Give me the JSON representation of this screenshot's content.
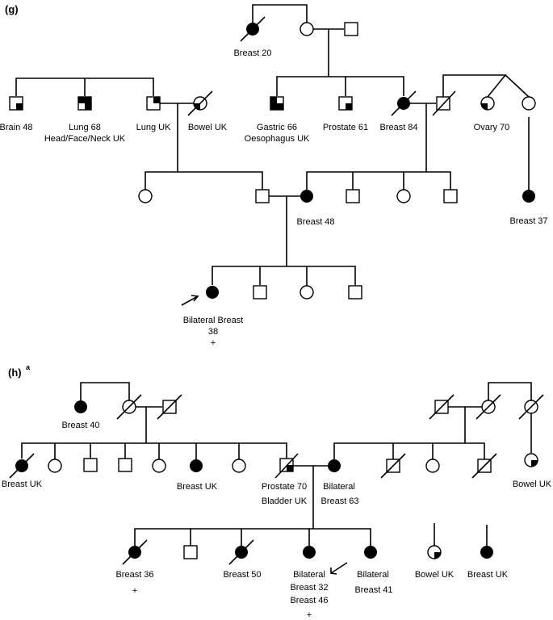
{
  "panel_g": {
    "label": "(g)",
    "labels": {
      "g_gm_left": "Breast 20",
      "g_unc1": "Brain 48",
      "g_unc2": "Lung 68",
      "g_unc2b": "Head/Face/Neck UK",
      "g_unc3": "Lung UK",
      "g_aunt": "Bowel UK",
      "g_m1": "Gastric 66",
      "g_m1b": "Oesophagus UK",
      "g_m2": "Prostate 61",
      "g_m3": "Breast 84",
      "g_r1": "Ovary 70",
      "g_r3": "Breast 37",
      "g_mother": "Breast 48",
      "g_proband": "Bilateral Breast",
      "g_proband_age": "38",
      "g_proband_plus": "+"
    }
  },
  "panel_h": {
    "label": "(h)",
    "superscript": "a",
    "labels": {
      "h_gm": "Breast 40",
      "h_c1": "Breast UK",
      "h_c6": "Breast UK",
      "h_father": "Prostate 70",
      "h_father_b": "Bladder UK",
      "h_mother": "Bilateral",
      "h_mother_b": "Breast 63",
      "h_r4": "Bowel UK",
      "h_k1": "Breast 36",
      "h_k1_plus": "+",
      "h_k3": "Breast 50",
      "h_k4": "Bilateral",
      "h_k4_b": "Breast  32",
      "h_k4_c": "Breast 46",
      "h_k4_plus": "+",
      "h_k5": "Bilateral",
      "h_k5_b": "Breast 41",
      "h_cousin1": "Bowel UK",
      "h_cousin2": "Breast UK"
    }
  }
}
